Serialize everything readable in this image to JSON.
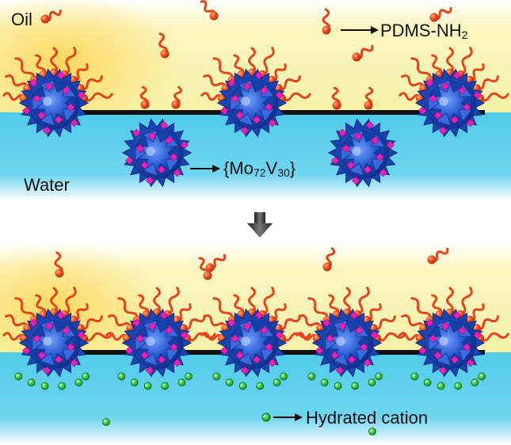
{
  "panels": {
    "top": {
      "oil_label": "Oil",
      "water_label": "Water",
      "ligand_label": "PDMS-NH",
      "ligand_subscript": "2",
      "cluster_label_prefix": "{Mo",
      "cluster_sub1": "72",
      "cluster_mid": "V",
      "cluster_sub2": "30",
      "cluster_label_suffix": "}"
    },
    "bottom": {
      "cation_label": "Hydrated cation"
    }
  },
  "colors": {
    "oil": "#f5f0a0",
    "oil_hot": "#ffe070",
    "water": "#4fcbea",
    "interface": "#111111",
    "ligand_chain": "#e8441c",
    "ligand_head": "#f04a18",
    "cluster_blue": "#1e4fc8",
    "cluster_magenta": "#ee1fb6",
    "cation": "#2fc43a",
    "arrow": "#333333"
  },
  "icons": {
    "transition_arrow": "down-arrow-icon",
    "ligand": "polymer-chain-icon",
    "cluster": "polyoxometalate-cluster-icon",
    "cation": "green-sphere-icon"
  }
}
